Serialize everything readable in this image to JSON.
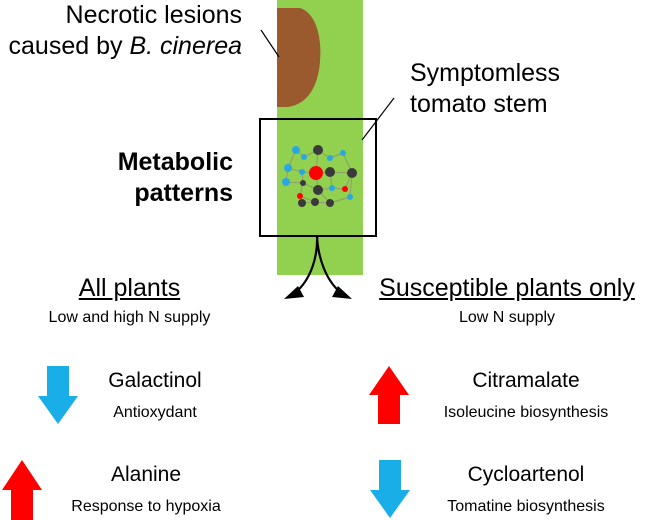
{
  "lesion_label": {
    "line1": "Necrotic lesions",
    "line2_prefix": "caused by ",
    "line2_species": "B. cinerea"
  },
  "stem_label": {
    "line1": "Symptomless",
    "line2": "tomato stem"
  },
  "metabolic_label": {
    "line1": "Metabolic",
    "line2": "patterns"
  },
  "all_plants": {
    "title": "All plants",
    "subtitle": "Low and high N supply"
  },
  "susceptible": {
    "title": "Susceptible plants only",
    "subtitle": "Low N supply"
  },
  "metabolites": [
    {
      "name": "Galactinol",
      "role": "Antioxydant",
      "direction": "down",
      "color": "#19aee8"
    },
    {
      "name": "Alanine",
      "role": "Response to hypoxia",
      "direction": "up",
      "color": "#ff0000"
    },
    {
      "name": "Citramalate",
      "role": "Isoleucine biosynthesis",
      "direction": "up",
      "color": "#ff0000"
    },
    {
      "name": "Cycloartenol",
      "role": "Tomatine biosynthesis",
      "direction": "down",
      "color": "#19aee8"
    }
  ],
  "colors": {
    "stem": "#92d050",
    "lesion": "#9a5a2d",
    "node_black": "#3a3a3a",
    "node_blue": "#2aa7e3",
    "node_red": "#ff0000",
    "edge": "#8c9c6c"
  }
}
